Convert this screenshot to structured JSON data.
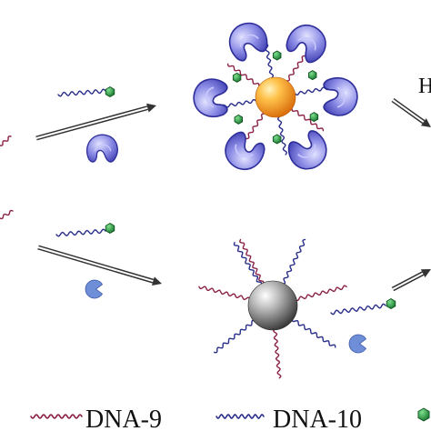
{
  "labels": {
    "edge_top": "H",
    "legend_dna9": "DNA-9",
    "legend_dna10": "DNA-10"
  },
  "colors": {
    "dna9": "#8b2246",
    "dna10": "#2a2f8a",
    "ligand": "#1f9a3a",
    "protein_top": "#6a6ad2",
    "protein_bottom": "#6f8ed8",
    "gold_center": "#ffc24a",
    "gold_edge": "#e07a10",
    "grey_center": "#f2f2f2",
    "grey_edge": "#3a3a3a",
    "arrow": "#333333"
  }
}
